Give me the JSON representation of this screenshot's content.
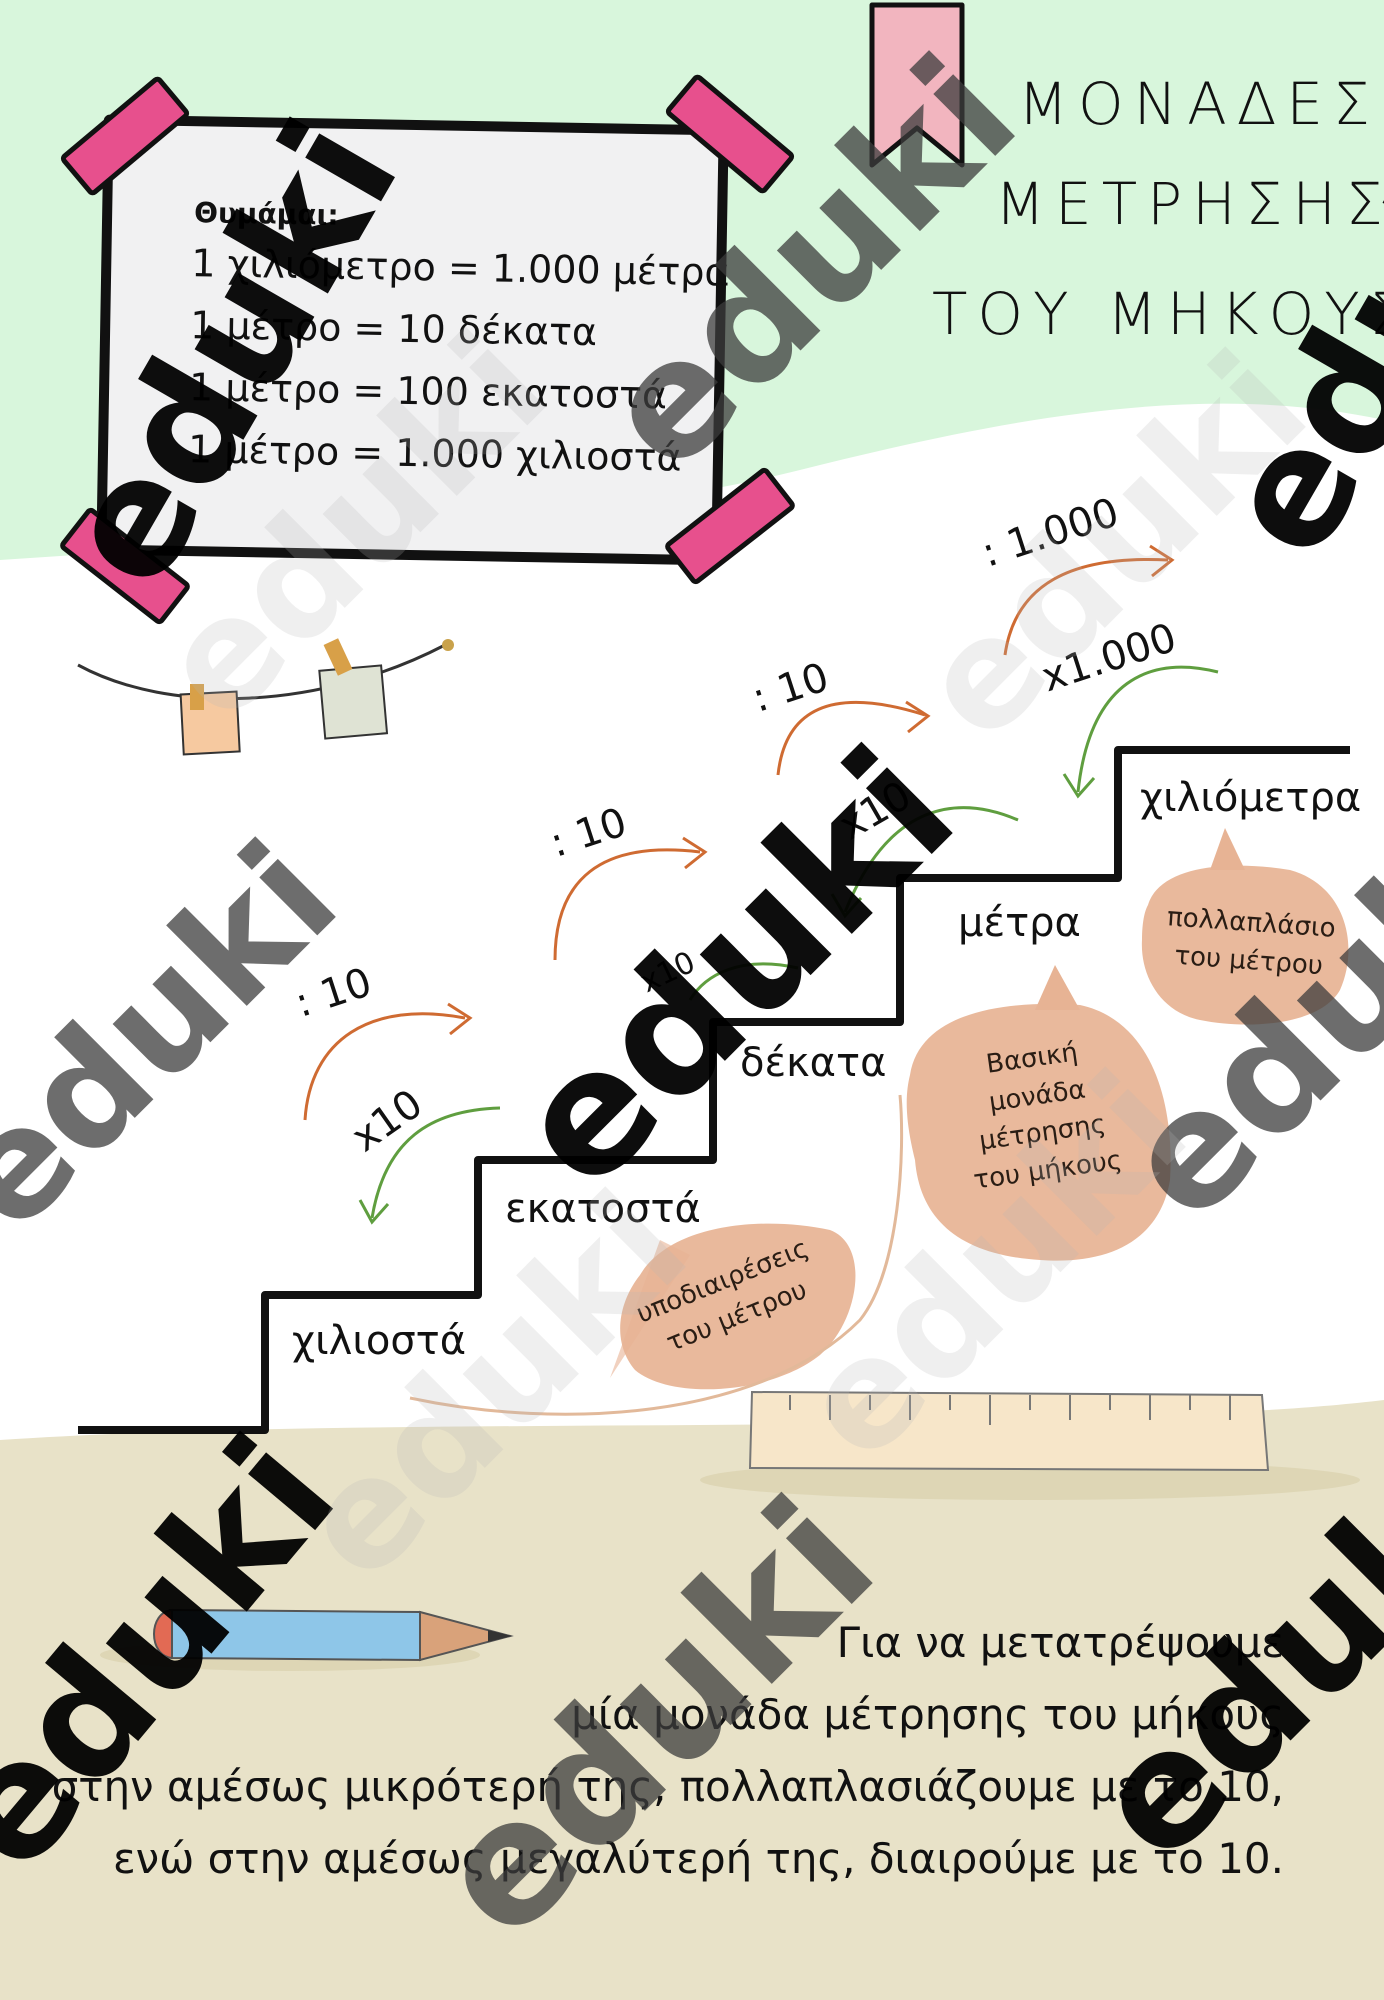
{
  "colors": {
    "mint": "#d8f6dc",
    "sand": "#e8e2c8",
    "tape": "#e7508d",
    "bubble": "#e7b394",
    "divide_arrow": "#cf6b32",
    "multiply_arrow": "#5f9e3f"
  },
  "title": {
    "line1": "ΜΟΝΑΔΕΣ",
    "line2": "ΜΕΤΡΗΣΗΣ",
    "line3": "ΤΟΥ ΜΗΚΟΥΣ"
  },
  "card": {
    "heading": "Θυμάμαι:",
    "lines": [
      "1 χιλιόμετρο = 1.000 μέτρα",
      "1 μέτρο = 10 δέκατα",
      "1 μέτρο = 100 εκατοστά",
      "1 μέτρο = 1.000 χιλιοστά"
    ]
  },
  "stairs": {
    "steps": [
      "χιλιοστά",
      "εκατοστά",
      "δέκατα",
      "μέτρα",
      "χιλιόμετρα"
    ],
    "divide_labels": [
      ": 10",
      ": 10",
      ": 10",
      ": 1.000"
    ],
    "multiply_labels": [
      "x10",
      "x10",
      "x10",
      "x1.000"
    ]
  },
  "bubbles": {
    "subdivisions": [
      "υποδιαιρέσεις",
      "του μέτρου"
    ],
    "basic_unit": [
      "Βασική",
      "μονάδα",
      "μέτρησης",
      "του μήκους"
    ],
    "multiple": [
      "πολλαπλάσιο",
      "του μέτρου"
    ]
  },
  "bottom_text": [
    "Για να μετατρέψουμε",
    "μία μονάδα μέτρησης του μήκους",
    "στην αμέσως μικρότερή της, πολλαπλασιάζουμε με το 10,",
    "ενώ στην αμέσως μεγαλύτερή της, διαιρούμε με το 10."
  ],
  "watermark": "eduki"
}
